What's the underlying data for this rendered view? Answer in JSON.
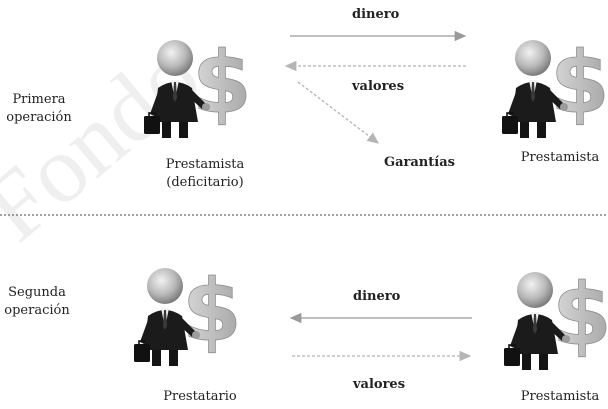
{
  "watermark": "Fondo",
  "top": {
    "row_label": [
      "Primera",
      "operación"
    ],
    "left_party": [
      "Prestamista",
      "(deficitario)"
    ],
    "right_party": "Prestamista",
    "arrow_money": "dinero",
    "arrow_securities": "valores",
    "arrow_guarantees": "Garantías"
  },
  "bottom": {
    "row_label": [
      "Segunda",
      "operación"
    ],
    "left_party": "Prestatario",
    "right_party": "Prestamista",
    "arrow_money": "dinero",
    "arrow_securities": "valores"
  },
  "icon": "businessman-with-dollar-sign-icon"
}
